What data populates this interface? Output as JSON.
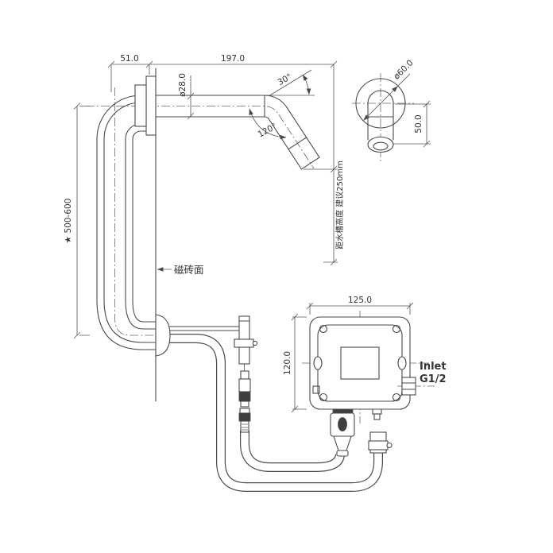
{
  "labels": {
    "side_view": {
      "dim_width_wall": "51.0",
      "dim_spout_length": "197.0",
      "dim_spout_diameter": "ø28.0",
      "angle_tip": "30°",
      "angle_bend": "120°",
      "dim_mount_height": "★ 500-600",
      "wall_surface": "磁砖面",
      "sink_clearance": "距水槽高度 建议250mm"
    },
    "front_view": {
      "dim_flange_diameter": "ø60.0",
      "dim_projection": "50.0"
    },
    "control_box": {
      "dim_width": "125.0",
      "dim_height": "120.0",
      "inlet_line1": "Inlet",
      "inlet_line2": "G1/2"
    }
  },
  "colors": {
    "line": "#4a4a4a",
    "dim": "#555555",
    "text": "#333333",
    "background": "#ffffff",
    "dark_fill": "#3f3f3f"
  }
}
